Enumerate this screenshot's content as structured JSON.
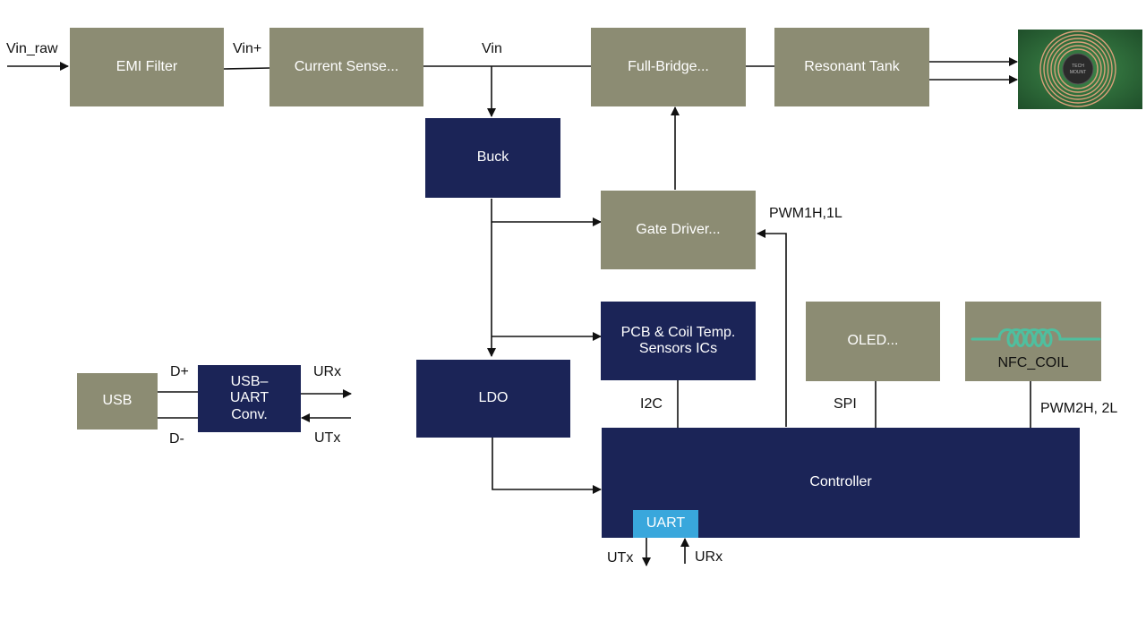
{
  "colors": {
    "block_olive": "#8c8c73",
    "block_navy": "#1b2457",
    "uart_block": "#39a7dc",
    "coil_trace": "#4fbf9f",
    "wire": "#111111"
  },
  "blocks": {
    "emi_filter": "EMI Filter",
    "current_sense": "Current Sense...",
    "full_bridge": "Full-Bridge...",
    "resonant_tank": "Resonant Tank",
    "buck": "Buck",
    "gate_driver": "Gate Driver...",
    "pcb_sensors": "PCB & Coil Temp.\nSensors ICs",
    "oled": "OLED...",
    "nfc_coil": "NFC_COIL",
    "ldo": "LDO",
    "usb": "USB",
    "usb_uart": "USB–\nUART\nConv.",
    "controller": "Controller",
    "uart": "UART"
  },
  "signals": {
    "vin_raw": "Vin_raw",
    "vin_plus": "Vin+",
    "vin": "Vin",
    "pwm1": "PWM1H,1L",
    "i2c": "I2C",
    "spi": "SPI",
    "pwm2": "PWM2H, 2L",
    "d_plus": "D+",
    "d_minus": "D-",
    "urx_out": "URx",
    "utx_in": "UTx",
    "utx_bottom": "UTx",
    "urx_bottom": "URx"
  },
  "coil_photo": {
    "icon": "wireless-charging-coil-photo",
    "marking": "TECH\nMOUNT"
  }
}
